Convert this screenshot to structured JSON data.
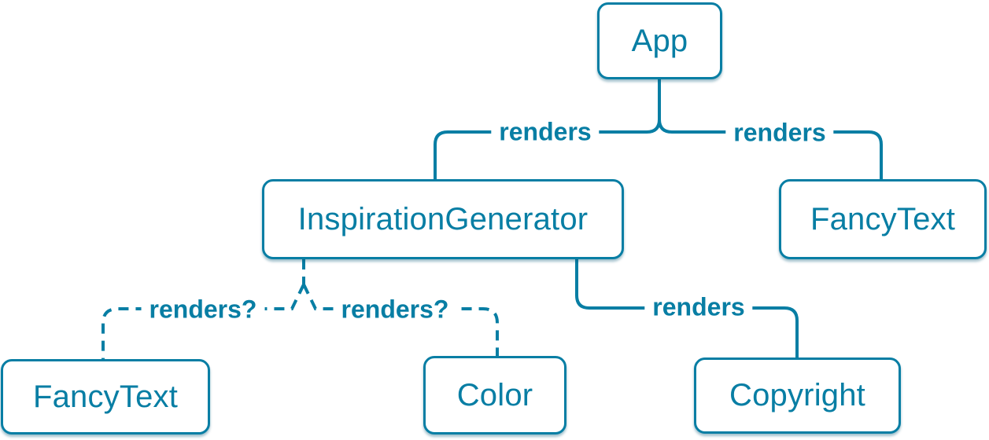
{
  "diagram": {
    "type": "component-render-tree",
    "colors": {
      "accent": "#087ea4",
      "node_fill": "#ffffff",
      "background": "#ffffff"
    },
    "nodes": [
      {
        "id": "app",
        "label": "App"
      },
      {
        "id": "inspiration-generator",
        "label": "InspirationGenerator"
      },
      {
        "id": "fancy-text-top",
        "label": "FancyText"
      },
      {
        "id": "fancy-text-bottom",
        "label": "FancyText"
      },
      {
        "id": "color",
        "label": "Color"
      },
      {
        "id": "copyright",
        "label": "Copyright"
      }
    ],
    "edges": [
      {
        "from": "App",
        "to": "InspirationGenerator",
        "label": "renders",
        "style": "solid"
      },
      {
        "from": "App",
        "to": "FancyText",
        "label": "renders",
        "style": "solid"
      },
      {
        "from": "InspirationGenerator",
        "to": "FancyText",
        "label": "renders?",
        "style": "dashed"
      },
      {
        "from": "InspirationGenerator",
        "to": "Color",
        "label": "renders?",
        "style": "dashed"
      },
      {
        "from": "InspirationGenerator",
        "to": "Copyright",
        "label": "renders",
        "style": "solid"
      }
    ]
  }
}
